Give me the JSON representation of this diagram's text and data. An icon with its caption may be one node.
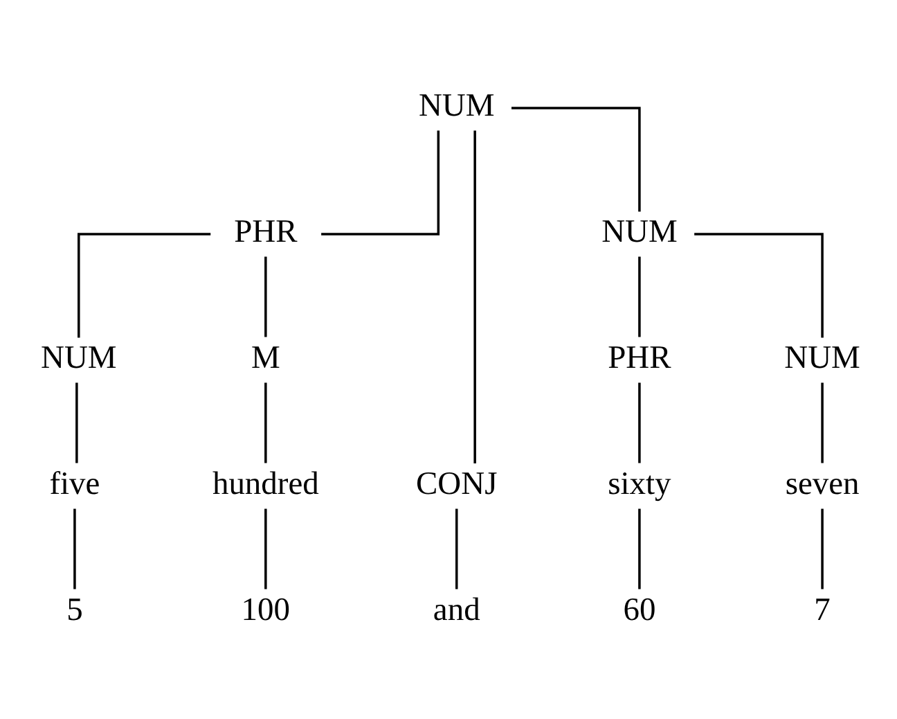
{
  "diagram": {
    "nodes": [
      {
        "text": [
          "NUM"
        ]
      },
      {
        "text": [
          "PHR"
        ]
      },
      {
        "text": [
          "CONJ"
        ]
      },
      {
        "text": [
          "NUM"
        ]
      },
      {
        "text": [
          "NUM"
        ]
      },
      {
        "text": [
          "M"
        ]
      },
      {
        "text": [
          "PHR"
        ]
      },
      {
        "text": [
          "NUM"
        ]
      },
      {
        "text": [
          "five"
        ]
      },
      {
        "text": [
          "hundred"
        ]
      },
      {
        "text": [
          "and"
        ]
      },
      {
        "text": [
          "sixty"
        ]
      },
      {
        "text": [
          "seven"
        ]
      },
      {
        "text": [
          "5"
        ]
      },
      {
        "text": [
          "100"
        ]
      },
      {
        "text": [
          "60"
        ]
      },
      {
        "text": [
          "7"
        ]
      }
    ],
    "edges": [
      {
        "from": 0,
        "to": 1,
        "arrow": "none"
      },
      {
        "from": 0,
        "to": 2,
        "arrow": "none"
      },
      {
        "from": 0,
        "to": 3,
        "arrow": "none"
      },
      {
        "from": 1,
        "to": 4,
        "arrow": "none"
      },
      {
        "from": 1,
        "to": 5,
        "arrow": "none"
      },
      {
        "from": 3,
        "to": 6,
        "arrow": "none"
      },
      {
        "from": 3,
        "to": 7,
        "arrow": "none"
      },
      {
        "from": 4,
        "to": 8,
        "arrow": "none"
      },
      {
        "from": 5,
        "to": 9,
        "arrow": "none"
      },
      {
        "from": 2,
        "to": 10,
        "arrow": "none"
      },
      {
        "from": 6,
        "to": 11,
        "arrow": "none"
      },
      {
        "from": 7,
        "to": 12,
        "arrow": "none"
      },
      {
        "from": 8,
        "to": 13,
        "arrow": "none"
      },
      {
        "from": 9,
        "to": 14,
        "arrow": "none"
      },
      {
        "from": 11,
        "to": 15,
        "arrow": "none"
      },
      {
        "from": 12,
        "to": 16,
        "arrow": "none"
      }
    ]
  }
}
